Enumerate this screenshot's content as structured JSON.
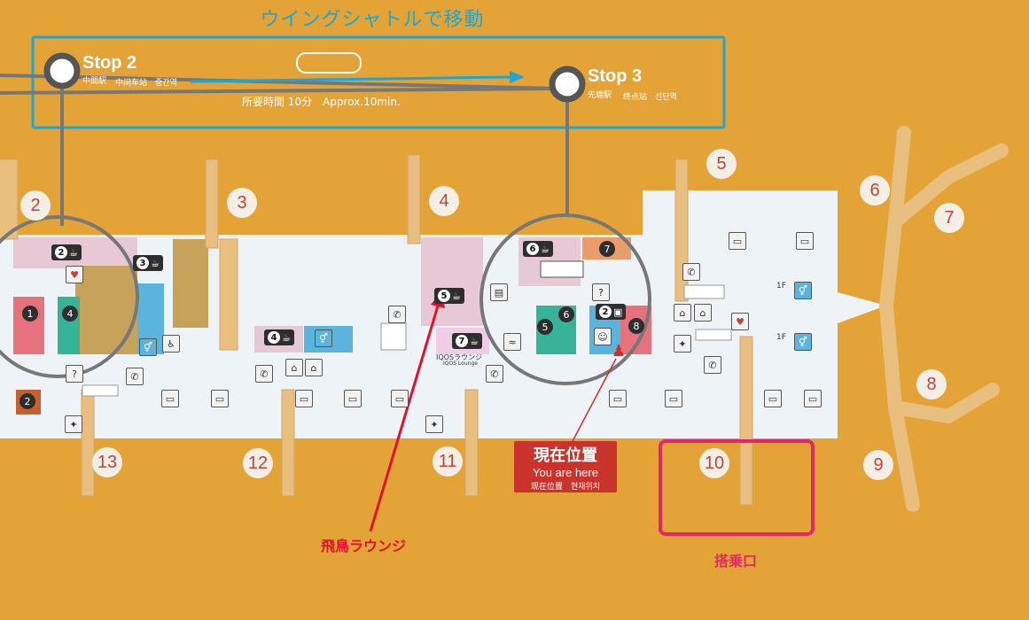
{
  "header": {
    "title": "ウイングシャトルで移動"
  },
  "shuttle": {
    "stop2": {
      "name": "Stop 2",
      "jp": "中間駅",
      "sub": "中间车站　중간역"
    },
    "stop3": {
      "name": "Stop 3",
      "jp": "先端駅",
      "sub": "终点站　선단역"
    },
    "duration": "所要時間 10分　Approx.10min."
  },
  "gates": [
    "2",
    "3",
    "4",
    "5",
    "6",
    "7",
    "8",
    "9",
    "10",
    "11",
    "12",
    "13"
  ],
  "facilities": {
    "badge_2": "2",
    "badge_3": "3",
    "badge_4": "4",
    "badge_5": "5",
    "badge_6": "6",
    "badge_7": "7",
    "num_1": "1",
    "num_2": "2",
    "num_4": "4",
    "num_5": "5",
    "num_6": "6",
    "num_7": "7",
    "num_8": "8",
    "iqos": "IQOSラウンジ",
    "iqos_en": "IQOS Lounge",
    "floor_1f": "1F"
  },
  "current_location": {
    "jp": "現在位置",
    "en": "You are here",
    "sub": "现在位置　현재위치"
  },
  "annotations": {
    "lounge": "飛鳥ラウンジ",
    "gate": "搭乗口"
  },
  "colors": {
    "background": "#e4a336",
    "floor": "#eef3f7",
    "shuttle_box": "#1aa6d8",
    "red": "#e3102c",
    "pink": "#e3256b"
  }
}
